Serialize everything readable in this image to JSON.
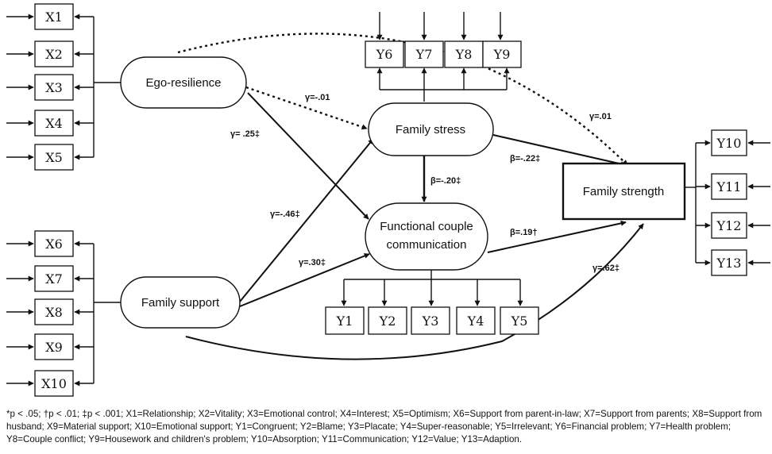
{
  "observed": {
    "X1": "X1",
    "X2": "X2",
    "X3": "X3",
    "X4": "X4",
    "X5": "X5",
    "X6": "X6",
    "X7": "X7",
    "X8": "X8",
    "X9": "X9",
    "X10": "X10",
    "Y1": "Y1",
    "Y2": "Y2",
    "Y3": "Y3",
    "Y4": "Y4",
    "Y5": "Y5",
    "Y6": "Y6",
    "Y7": "Y7",
    "Y8": "Y8",
    "Y9": "Y9",
    "Y10": "Y10",
    "Y11": "Y11",
    "Y12": "Y12",
    "Y13": "Y13"
  },
  "latent": {
    "ego": "Ego-resilience",
    "support": "Family support",
    "stress": "Family stress",
    "comm_line1": "Functional couple",
    "comm_line2": "communication",
    "strength": "Family strength"
  },
  "paths": {
    "ego_stress": "γ=-.01",
    "ego_comm": "γ= .25‡",
    "ego_strength": "γ=.01",
    "support_stress": "γ=-.46‡",
    "support_comm": "γ=.30‡",
    "support_strength": "γ=.62‡",
    "stress_comm": "β=-.20‡",
    "stress_strength": "β=-.22‡",
    "comm_strength": "β=.19†"
  },
  "footnote": "*p < .05; †p < .01; ‡p < .001; X1=Relationship; X2=Vitality; X3=Emotional control; X4=Interest; X5=Optimism; X6=Support from parent-in-law; X7=Support from parents; X8=Support from husband; X9=Material support; X10=Emotional support; Y1=Congruent; Y2=Blame; Y3=Placate; Y4=Super-reasonable; Y5=Irrelevant; Y6=Financial problem; Y7=Health problem; Y8=Couple conflict; Y9=Housework and children's problem; Y10=Absorption; Y11=Communication; Y12=Value; Y13=Adaption."
}
